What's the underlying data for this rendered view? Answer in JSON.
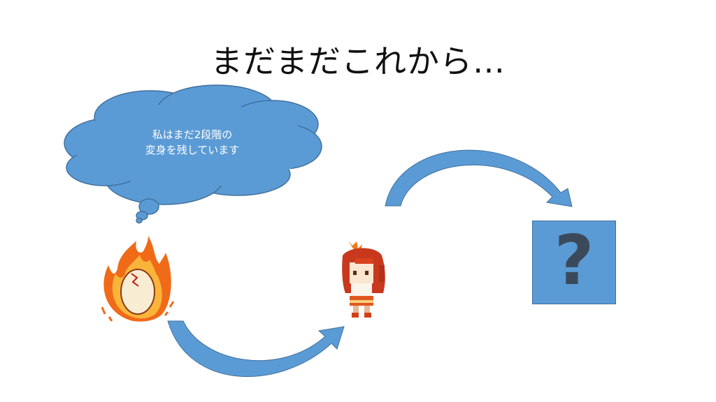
{
  "slide": {
    "title": "まだまだこれから…",
    "thought_bubble": {
      "line1": "私はまだ2段階の",
      "line2": "変身を残しています"
    },
    "mystery_box": {
      "label": "?"
    },
    "colors": {
      "bubble_fill": "#5b9bd5",
      "bubble_stroke": "#41719c",
      "arrow_fill": "#5b9bd5",
      "box_fill": "#5b9bd5",
      "question_mark": "#3b4a5a"
    }
  }
}
